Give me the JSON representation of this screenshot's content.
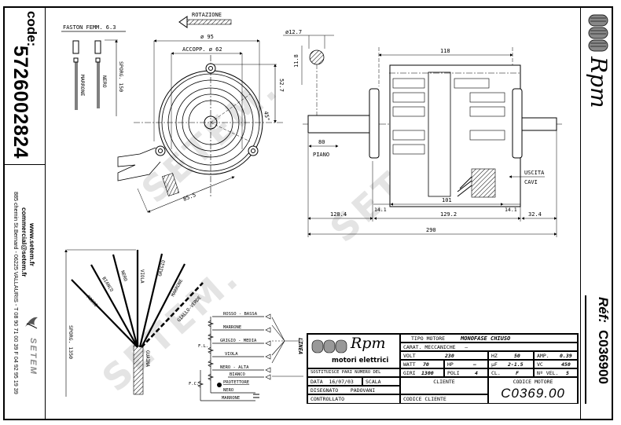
{
  "sidebar": {
    "code_label": "code:",
    "code_value": "5726002824",
    "website": "www.setem.fr",
    "email": "commercial@setem.fr",
    "address": "885 chemin St.Bernard - 06225 VALLAURIS - T 08 90 71 00 39  F 04 92 95 19 39",
    "company_logo_text": "SETEM"
  },
  "right_panel": {
    "brand": "Rpm",
    "ref_label": "Réf:",
    "ref_value": "C036900"
  },
  "watermark": "SETEM.",
  "front_view": {
    "faston_label": "FASTON FEMM. 6.3",
    "wire_marrone": "MARRONE",
    "wire_nero": "NERO",
    "sporg_150": "SPORG. 150",
    "rotation_label": "ROTAZIONE",
    "dim_diameter_95": "ø 95",
    "dim_accopp_62": "ACCOPP. ø 62",
    "dim_52_7": "52.7",
    "dim_angle_45": "45°",
    "dim_85_5": "85.5"
  },
  "side_view": {
    "dim_shaft_dia": "ø12.7",
    "dim_flat_11_8": "11.8",
    "dim_118": "118",
    "dim_80": "80",
    "piano_label": "PIANO",
    "uscita_label": "USCITA",
    "cavi_label": "CAVI",
    "dim_101": "101",
    "dim_14_1_left": "14.1",
    "dim_14_1_right": "14.1",
    "dim_128_4": "128.4",
    "dim_129_2": "129.2",
    "dim_32_4": "32.4",
    "dim_290": "290"
  },
  "cable_view": {
    "wires": [
      "ROSSO",
      "BIANCO",
      "NERO",
      "VIOLA",
      "GRIGIO",
      "MARRONE",
      "GIALLO-VERDE"
    ],
    "guaina_label": "GUAINA",
    "sporg_1350": "SPORG. 1350"
  },
  "wiring": {
    "lines": [
      "ROSSO - BASSA",
      "MARRONE",
      "GRIGIO - MEDIA",
      "VIOLA",
      "NERO - ALTA",
      "BIANCO",
      "PROTETTORE",
      "NERO",
      "MARRONE"
    ],
    "fl_label": "F.L.",
    "fc_label": "F.C.",
    "linea_label": "LINEA"
  },
  "title_block": {
    "logo_text": "Rpm",
    "logo_subtitle": "motori elettrici",
    "sostituisce": "SOSTITUISCE PARI NUMERO DEL",
    "data_label": "DATA",
    "data_value": "16/07/03",
    "scala_label": "SCALA",
    "disegnato_label": "DISEGNATO",
    "disegnato_value": "PADOVANI",
    "controllato_label": "CONTROLLATO",
    "tipo_motore_label": "TIPO MOTORE",
    "tipo_motore_value": "MONOFASE CHIUSO",
    "carat_label": "CARAT. MECCANICHE",
    "carat_value": "—",
    "volt_label": "VOLT",
    "volt_value": "230",
    "hz_label": "HZ",
    "hz_value": "50",
    "amp_label": "AMP.",
    "amp_value": "0.39",
    "watt_label": "WATT",
    "watt_value": "70",
    "hp_label": "HP",
    "hp_value": "—",
    "uf_label": "µF",
    "uf_value": "2-1.5",
    "vc_label": "VC",
    "vc_value": "450",
    "giri_label": "GIRI",
    "giri_value": "1300",
    "poli_label": "POLI",
    "poli_value": "4",
    "cl_label": "CL.",
    "cl_value": "F",
    "nvel_label": "Nº VEL.",
    "nvel_value": "5",
    "cliente_label": "CLIENTE",
    "codice_cliente_label": "CODICE CLIENTE",
    "codice_motore_label": "CODICE MOTORE",
    "codice_motore_value": "C0369.00"
  }
}
